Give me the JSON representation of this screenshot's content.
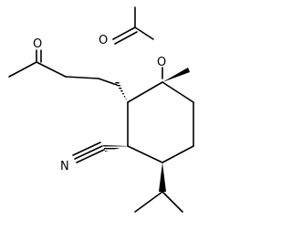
{
  "molecule": {
    "atom_labels": {
      "oxygen_ketone": "O",
      "oxygen_ester_carbonyl": "O",
      "oxygen_ester_ether": "O",
      "nitrogen_nitrile": "N"
    },
    "colors": {
      "bond": "#000000",
      "background": "#ffffff"
    }
  }
}
